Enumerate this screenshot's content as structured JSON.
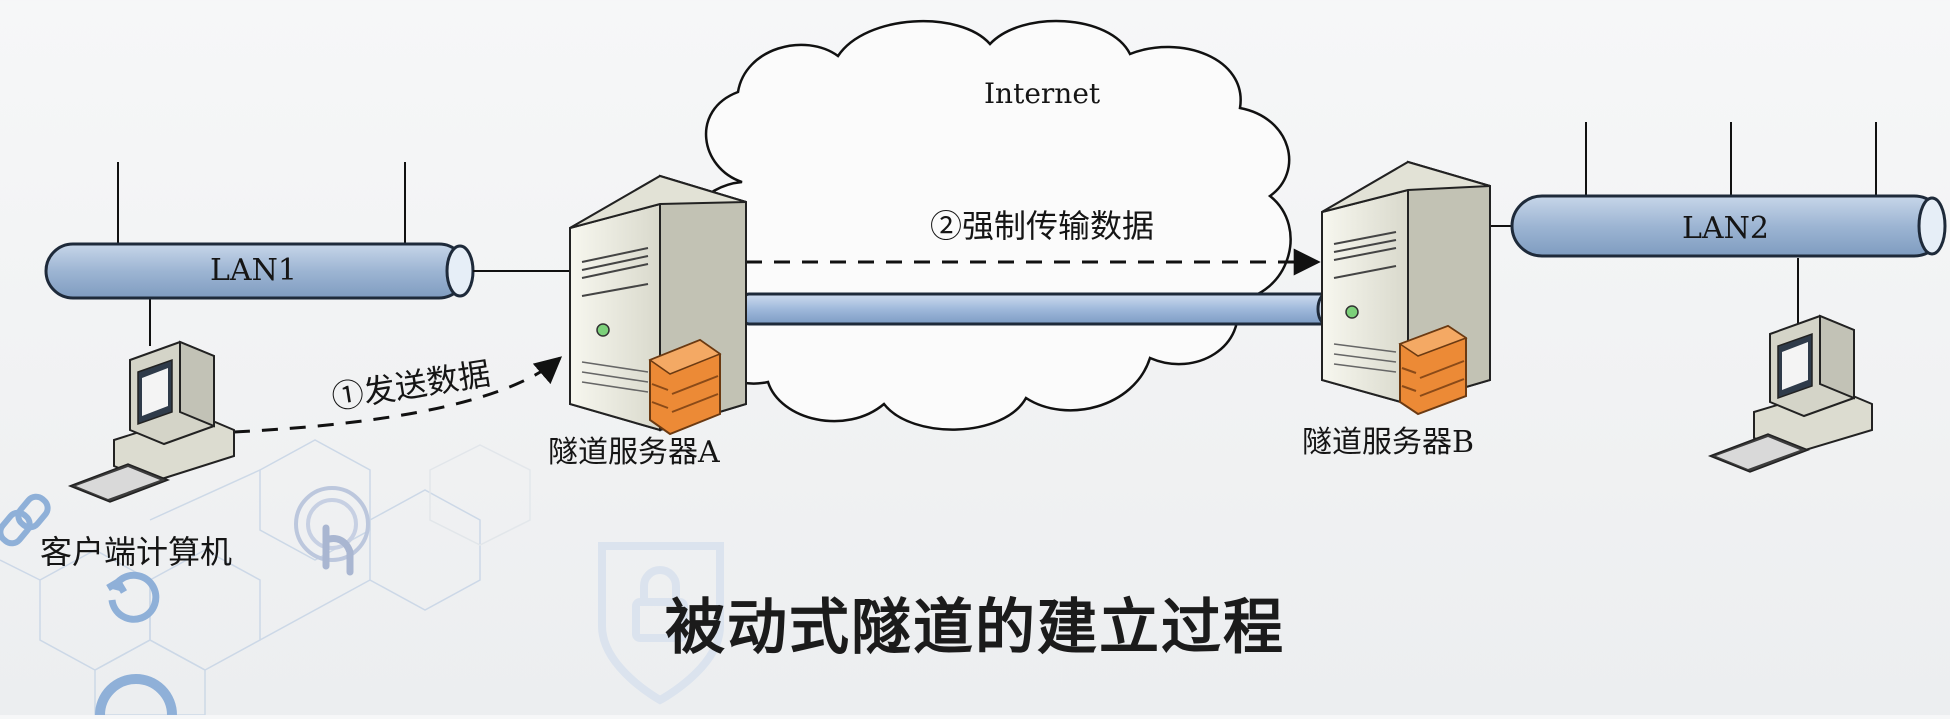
{
  "diagram": {
    "cloud_label": "Internet",
    "lan1_label": "LAN1",
    "lan2_label": "LAN2",
    "step1_label": "①发送数据",
    "step2_label": "②强制传输数据",
    "server_a_label": "隧道服务器A",
    "server_b_label": "隧道服务器B",
    "client_label": "客户端计算机"
  },
  "caption": "被动式隧道的建立过程",
  "colors": {
    "pipe_fill": "#9db5d3",
    "pipe_stroke": "#1e2a3a",
    "server_body": "#ecece2",
    "firewall": "#ec8a36",
    "tunnel_fill": "#9fb9db"
  }
}
